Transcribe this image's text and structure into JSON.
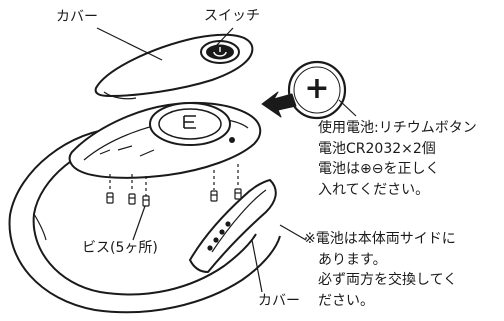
{
  "labels": {
    "cover_top": "カバー",
    "switch": "スイッチ",
    "screws": "ビス(5ヶ所)",
    "cover_bottom": "カバー"
  },
  "battery": {
    "symbol": "+",
    "lines": [
      "使用電池:リチウムボタン",
      "電池CR2032×2個",
      "電池は⊕⊖を正しく",
      "入れてください。"
    ]
  },
  "note": {
    "lines": [
      "※電池は本体両サイドに",
      "あります。",
      "必ず両方を交換してく",
      "ださい。"
    ]
  }
}
